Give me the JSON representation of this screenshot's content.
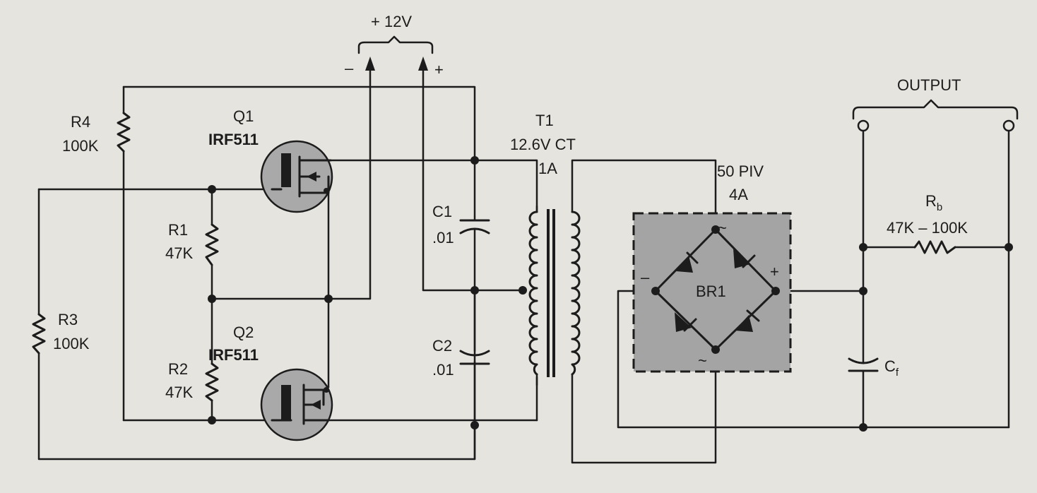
{
  "supply": {
    "label": "+ 12V",
    "minus": "–",
    "plus": "+"
  },
  "components": {
    "r4": {
      "ref": "R4",
      "value": "100K"
    },
    "r3": {
      "ref": "R3",
      "value": "100K"
    },
    "r1": {
      "ref": "R1",
      "value": "47K"
    },
    "r2": {
      "ref": "R2",
      "value": "47K"
    },
    "q1": {
      "ref": "Q1",
      "part": "IRF511"
    },
    "q2": {
      "ref": "Q2",
      "part": "IRF511"
    },
    "c1": {
      "ref": "C1",
      "value": ".01"
    },
    "c2": {
      "ref": "C2",
      "value": ".01"
    },
    "t1": {
      "ref": "T1",
      "rating": "12.6V CT",
      "current": "1A"
    },
    "br1": {
      "ref": "BR1",
      "piv": "50 PIV",
      "current": "4A",
      "minus": "–",
      "plus": "+",
      "ac1": "~",
      "ac2": "~"
    },
    "cf": {
      "ref": "C",
      "sub": "f"
    },
    "rb": {
      "ref": "R",
      "sub": "b",
      "value": "47K – 100K"
    }
  },
  "output": {
    "label": "OUTPUT"
  },
  "colors": {
    "background": "#e6e4de",
    "ink": "#1c1c1c",
    "fet_fill": "#a9a9a9",
    "bridge_fill": "#a4a4a4"
  }
}
